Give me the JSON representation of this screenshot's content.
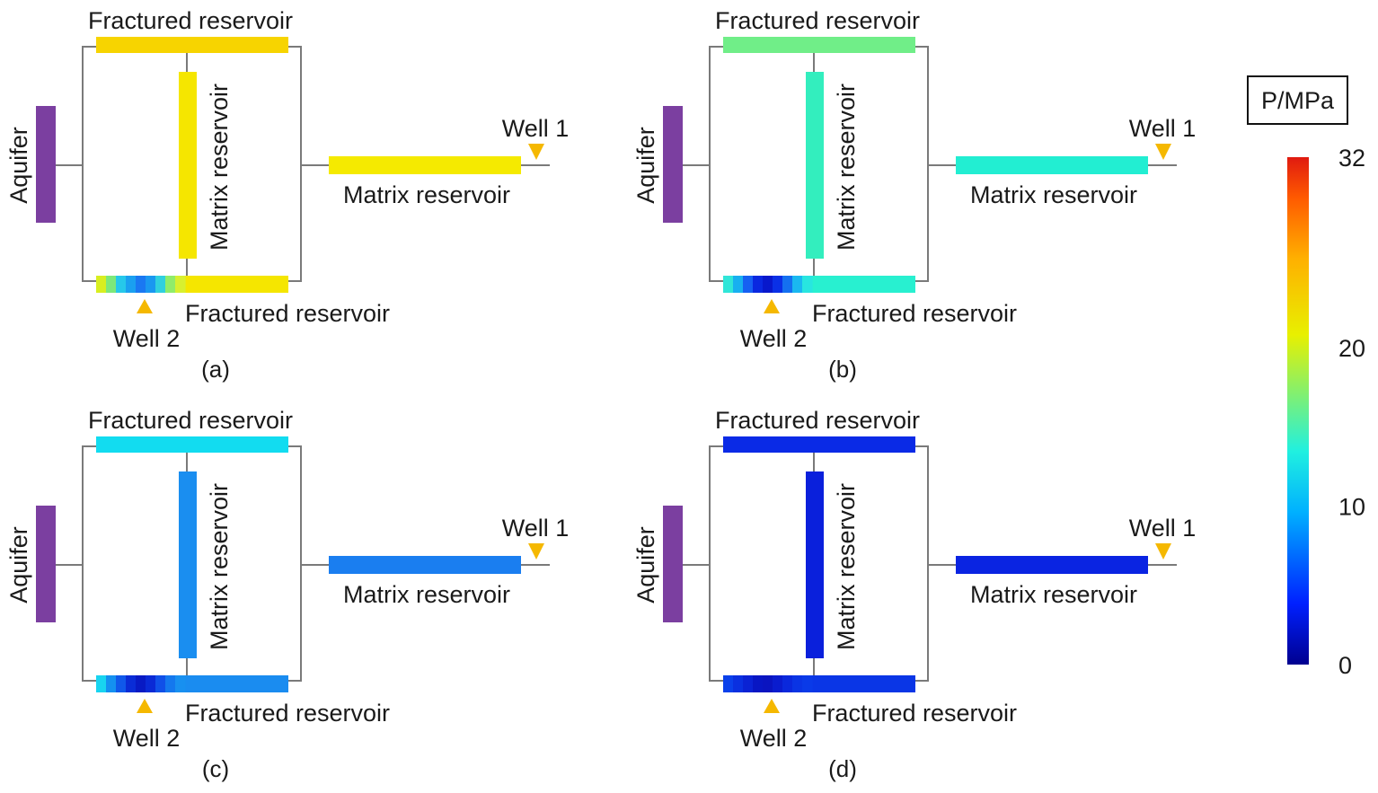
{
  "labels": {
    "fractured": "Fractured  reservoir",
    "matrix": "Matrix reservoir",
    "aquifer": "Aquifer",
    "well1": "Well  1",
    "well2": "Well 2"
  },
  "captions": [
    "(a)",
    "(b)",
    "(c)",
    "(d)"
  ],
  "colorbar": {
    "title": "P/MPa",
    "ticks": [
      32,
      20,
      10,
      0
    ],
    "min": 0,
    "max": 32
  },
  "colors": {
    "aquifer": "#7b3fa0",
    "well_marker": "#f5b800",
    "wire": "#7a7a7a"
  },
  "panels": [
    {
      "caption_index": 0,
      "top_fractured": "#f7d400",
      "matrix_vertical": "#f5e600",
      "bottom_fractured": "#f5e600",
      "matrix_horizontal": "#f5ea00",
      "well2_zone": [
        "#d8ee20",
        "#7de87a",
        "#26c8ea",
        "#1aa0f0",
        "#1a78f2",
        "#1a98f0",
        "#30d0de",
        "#90ec6a",
        "#d8f030"
      ]
    },
    {
      "caption_index": 1,
      "top_fractured": "#70ee88",
      "matrix_vertical": "#33eebe",
      "bottom_fractured": "#28f0d0",
      "matrix_horizontal": "#22eed2",
      "well2_zone": [
        "#30e6d8",
        "#18b0f0",
        "#1660f2",
        "#0a28e0",
        "#0818cc",
        "#0a30e6",
        "#1470f0",
        "#1ab8f0",
        "#28e6e0"
      ]
    },
    {
      "caption_index": 2,
      "top_fractured": "#12dcf0",
      "matrix_vertical": "#1a8ef0",
      "bottom_fractured": "#1a8cf0",
      "matrix_horizontal": "#1a7ef0",
      "well2_zone": [
        "#18d4f0",
        "#1490f0",
        "#1058ea",
        "#0a2cd6",
        "#081ac4",
        "#0a2ad6",
        "#1050e8",
        "#1478ee",
        "#1890f0"
      ]
    },
    {
      "caption_index": 3,
      "top_fractured": "#0a2ae6",
      "matrix_vertical": "#0a20dc",
      "bottom_fractured": "#0a36e6",
      "matrix_horizontal": "#0a24e2",
      "well2_zone": [
        "#0a40ea",
        "#0a30e0",
        "#0a22d4",
        "#0816c4",
        "#0a14c0",
        "#0a1cce",
        "#0a28dc",
        "#0a34e4",
        "#0a3ae8"
      ]
    }
  ]
}
